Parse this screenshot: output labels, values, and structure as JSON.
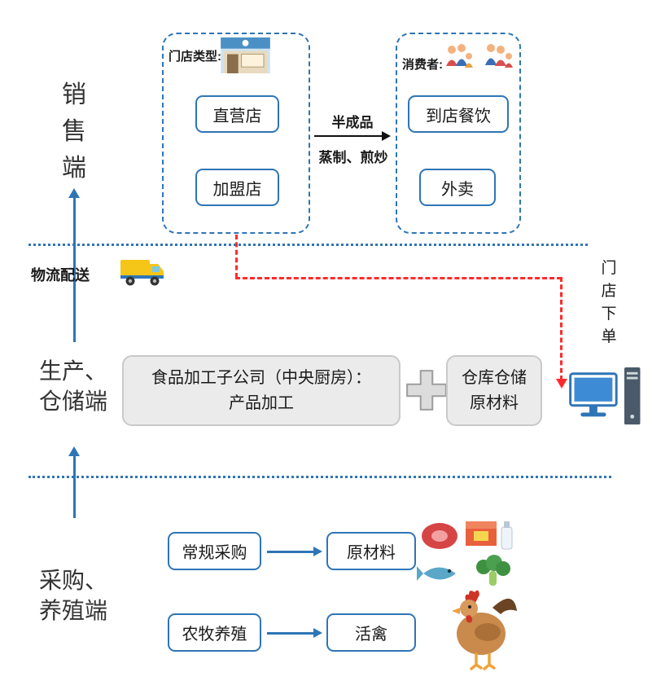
{
  "stages": {
    "sales_lines": [
      "销",
      "售",
      "端"
    ],
    "production_lines": [
      "生产、",
      "仓储端"
    ],
    "procurement_lines": [
      "采购、",
      "养殖端"
    ]
  },
  "sales_section": {
    "store_group_label": "门店类型:",
    "store_boxes": [
      "直营店",
      "加盟店"
    ],
    "process_arrow_top": "半成品",
    "process_arrow_bottom": "蒸制、煎炒",
    "consumer_group_label": "消费者:",
    "consumer_boxes": [
      "到店餐饮",
      "外卖"
    ]
  },
  "middle_section": {
    "logistics_label": "物流配送",
    "order_chars": [
      "门",
      "店",
      "下",
      "单"
    ],
    "factory_lines": [
      "食品加工子公司（中央厨房）：",
      "产品加工"
    ],
    "warehouse_lines": [
      "仓库仓储",
      "原材料"
    ]
  },
  "bottom_section": {
    "rows": [
      {
        "source": "常规采购",
        "target": "原材料"
      },
      {
        "source": "农牧养殖",
        "target": "活禽"
      }
    ]
  },
  "icons": {
    "storefront": "storefront-photo-icon",
    "consumers": "family-consumers-icon",
    "truck": "delivery-truck-icon",
    "computer": "ordering-computer-icon",
    "plus": "plus-icon",
    "ingredients": "raw-ingredients-icon",
    "chicken": "live-poultry-icon"
  },
  "colors": {
    "primary_blue": "#2E75B6",
    "dashed_red": "#FF2B2B",
    "gray_fill": "#EBEBEB",
    "gray_border": "#C9C9C9",
    "text": "#1A1A1A"
  }
}
